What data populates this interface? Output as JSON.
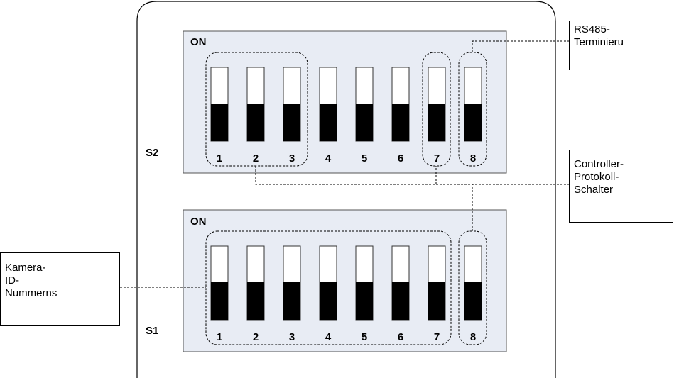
{
  "blocks": [
    {
      "id": "S2",
      "name": "S2",
      "on_label": "ON",
      "switches": [
        {
          "num": "1",
          "state": "on"
        },
        {
          "num": "2",
          "state": "on"
        },
        {
          "num": "3",
          "state": "on"
        },
        {
          "num": "4",
          "state": "on"
        },
        {
          "num": "5",
          "state": "on"
        },
        {
          "num": "6",
          "state": "on"
        },
        {
          "num": "7",
          "state": "on"
        },
        {
          "num": "8",
          "state": "on"
        }
      ]
    },
    {
      "id": "S1",
      "name": "S1",
      "on_label": "ON",
      "switches": [
        {
          "num": "1",
          "state": "on"
        },
        {
          "num": "2",
          "state": "on"
        },
        {
          "num": "3",
          "state": "on"
        },
        {
          "num": "4",
          "state": "on"
        },
        {
          "num": "5",
          "state": "on"
        },
        {
          "num": "6",
          "state": "on"
        },
        {
          "num": "7",
          "state": "on"
        },
        {
          "num": "8",
          "state": "on"
        }
      ]
    }
  ],
  "callouts": {
    "rs485": [
      "RS485-",
      "Terminieru"
    ],
    "controller": [
      "Controller-",
      "Protokoll-",
      "Schalter"
    ],
    "kamera": [
      "Kamera-",
      "ID-",
      "Nummerns"
    ]
  },
  "colors": {
    "panel_fill": "#e8ecf4",
    "switch_knob": "#000000",
    "line": "#000000"
  }
}
